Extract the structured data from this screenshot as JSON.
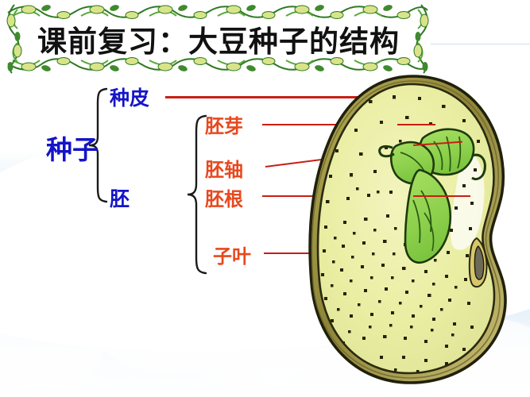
{
  "slide": {
    "title": "课前复习：大豆种子的结构",
    "background_color": "#dceaf8",
    "frame_color": "#3f8a2e"
  },
  "labels": {
    "seed": "种子",
    "seed_coat": "种皮",
    "embryo": "胚",
    "plumule": "胚芽",
    "hypocotyl": "胚轴",
    "radicle": "胚根",
    "cotyledon": "子叶"
  },
  "colors": {
    "label_blue": "#1414c8",
    "label_red": "#e8481e",
    "leader_red": "#c81e14",
    "brace_black": "#1a1a1a",
    "seed_coat": "#8d8436",
    "cotyledon": "#e9eda0",
    "embryo_green": "#8fd14f",
    "speckle": "#262205"
  },
  "diagram": {
    "name": "soybean-seed-cross-section",
    "parts": [
      "种皮",
      "胚芽",
      "胚轴",
      "胚根",
      "子叶"
    ]
  }
}
